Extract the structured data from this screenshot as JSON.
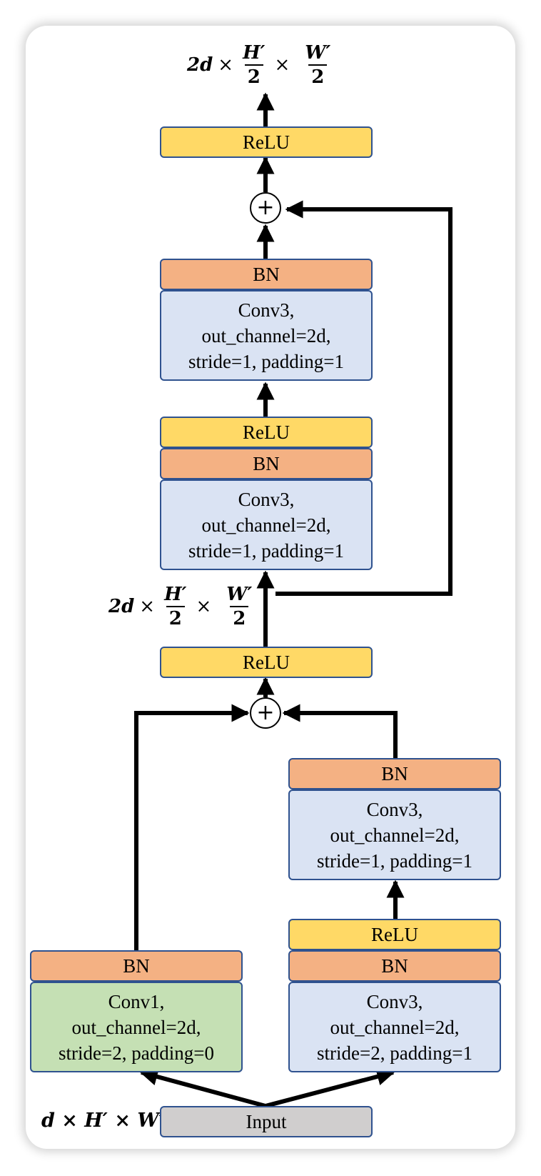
{
  "blocks": {
    "top_relu": "ReLU",
    "top_bn": "BN",
    "top_conv": [
      "Conv3,",
      "out_channel=2d,",
      "stride=1, padding=1"
    ],
    "mid_relu": "ReLU",
    "mid_bn": "BN",
    "mid_conv": [
      "Conv3,",
      "out_channel=2d,",
      "stride=1, padding=1"
    ],
    "relu_after_add": "ReLU",
    "shortcut_bn": "BN",
    "shortcut_conv": [
      "Conv1,",
      "out_channel=2d,",
      "stride=2, padding=0"
    ],
    "right_upper_bn": "BN",
    "right_upper_conv": [
      "Conv3,",
      "out_channel=2d,",
      "stride=1, padding=1"
    ],
    "right_lower_relu": "ReLU",
    "right_lower_bn": "BN",
    "right_lower_conv": [
      "Conv3,",
      "out_channel=2d,",
      "stride=2, padding=1"
    ],
    "input": "Input"
  },
  "adders": {
    "top": "+",
    "bottom": "+"
  },
  "dims": {
    "output": {
      "channels": "2d",
      "times": "×",
      "h": "H′",
      "w": "W′",
      "div": "2"
    },
    "middle": {
      "channels": "2d",
      "times": "×",
      "h": "H′",
      "w": "W′",
      "div": "2"
    },
    "input": {
      "text": "d × H′ × W′"
    }
  },
  "colors": {
    "relu": "#ffd966",
    "bn": "#f4b183",
    "conv3": "#dae3f3",
    "conv1": "#c5e0b4",
    "input": "#d0cece",
    "border": "#2f528f",
    "arrow": "#000000"
  }
}
